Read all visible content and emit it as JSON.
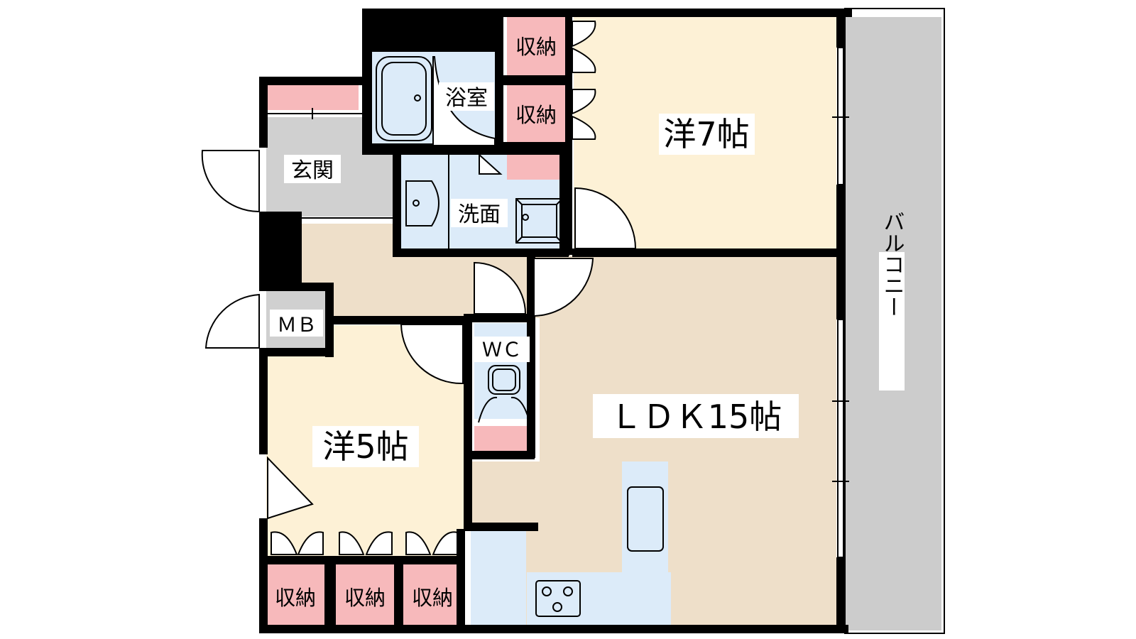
{
  "floor_plan": {
    "rooms": {
      "western_7": "洋7帖",
      "western_5": "洋5帖",
      "ldk": "ＬＤＫ15帖",
      "bathroom": "浴室",
      "washroom": "洗面",
      "entrance": "玄関",
      "meter_box": "ＭＢ",
      "toilet": "ＷＣ",
      "balcony": "バルコニー"
    },
    "storage_label": "収納",
    "colors": {
      "wall": "#000000",
      "western_room": "#fdf1d6",
      "ldk_floor": "#eedfc9",
      "wet_area": "#dcebf9",
      "entrance_floor": "#d0d0d0",
      "balcony": "#cccccc",
      "storage": "#f7b9bb",
      "background": "#ffffff"
    }
  }
}
